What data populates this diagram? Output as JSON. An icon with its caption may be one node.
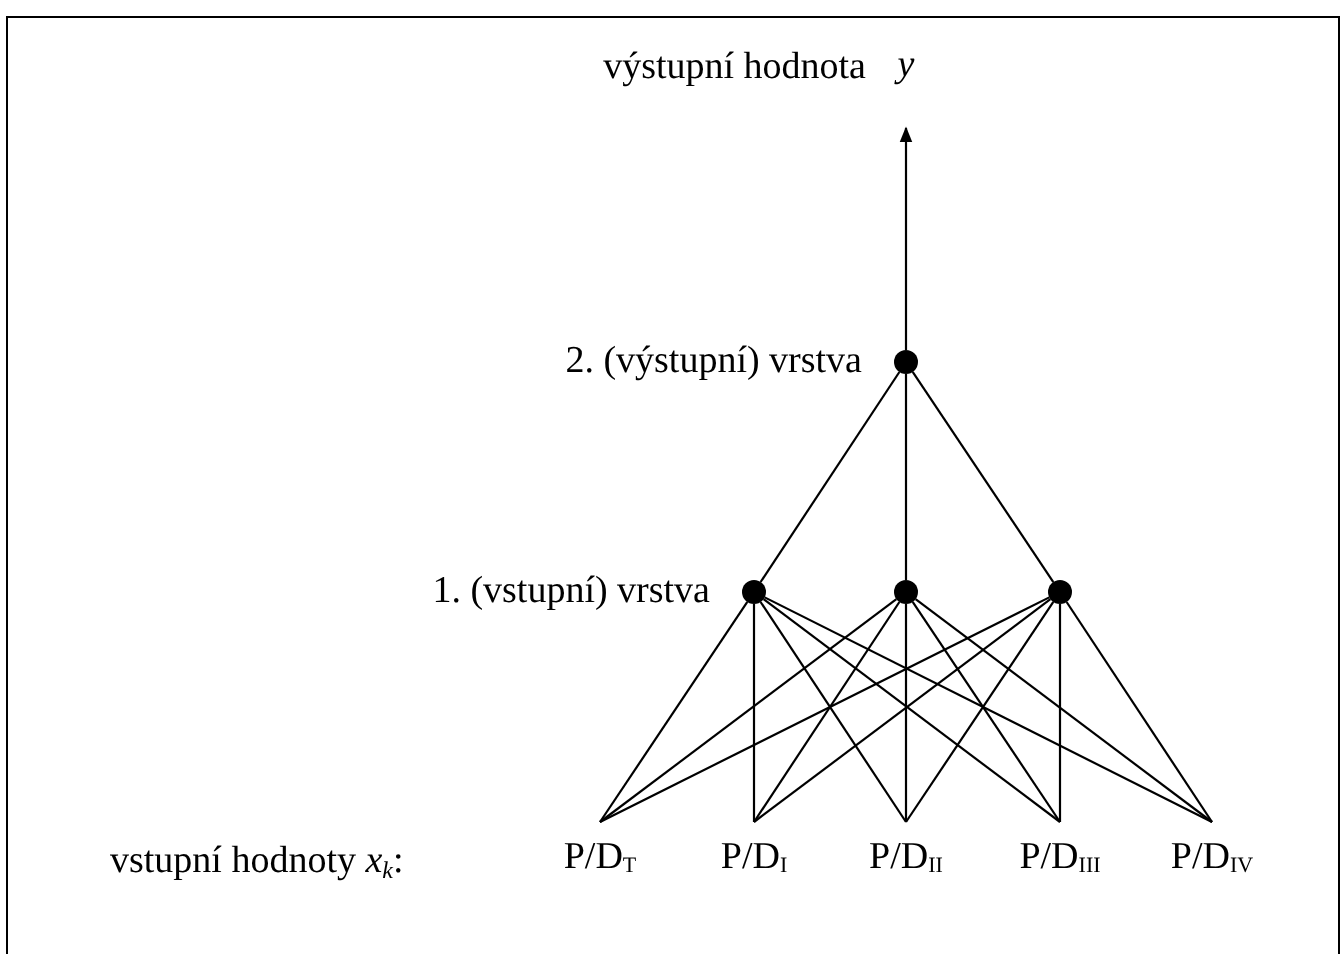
{
  "diagram": {
    "nodes": [
      {
        "text": [
          "y"
        ],
        "beside": [
          "výstupní hodnota"
        ]
      },
      {
        "text": [],
        "shape": "circle",
        "beside": [
          "2. (výstupní) vrstva"
        ]
      },
      {
        "text": [],
        "shape": "circle",
        "beside": [
          "1. (vstupní) vrstva"
        ]
      },
      {
        "text": [],
        "shape": "circle"
      },
      {
        "text": [],
        "shape": "circle"
      },
      {
        "text": [
          "P/D$_{T}$"
        ]
      },
      {
        "text": [
          "P/D$_{I}$"
        ]
      },
      {
        "text": [
          "P/D$_{II}$"
        ]
      },
      {
        "text": [
          "P/D$_{III}$"
        ]
      },
      {
        "text": [
          "P/D$_{IV}$"
        ]
      }
    ],
    "edges": [
      {
        "from": 1,
        "to": 0,
        "arrow": "to"
      },
      {
        "from": 2,
        "to": 1,
        "arrow": "none"
      },
      {
        "from": 3,
        "to": 1,
        "arrow": "none"
      },
      {
        "from": 4,
        "to": 1,
        "arrow": "none"
      },
      {
        "from": 5,
        "to": 2,
        "arrow": "none"
      },
      {
        "from": 5,
        "to": 3,
        "arrow": "none"
      },
      {
        "from": 5,
        "to": 4,
        "arrow": "none"
      },
      {
        "from": 6,
        "to": 2,
        "arrow": "none"
      },
      {
        "from": 6,
        "to": 3,
        "arrow": "none"
      },
      {
        "from": 6,
        "to": 4,
        "arrow": "none"
      },
      {
        "from": 7,
        "to": 2,
        "arrow": "none"
      },
      {
        "from": 7,
        "to": 3,
        "arrow": "none"
      },
      {
        "from": 7,
        "to": 4,
        "arrow": "none"
      },
      {
        "from": 8,
        "to": 2,
        "arrow": "none"
      },
      {
        "from": 8,
        "to": 3,
        "arrow": "none"
      },
      {
        "from": 8,
        "to": 4,
        "arrow": "none"
      },
      {
        "from": 9,
        "to": 2,
        "arrow": "none"
      },
      {
        "from": 9,
        "to": 3,
        "arrow": "none"
      },
      {
        "from": 9,
        "to": 4,
        "arrow": "none"
      }
    ],
    "labels": [
      "vstupní hodnoty *x*$_{k}$:"
    ]
  }
}
